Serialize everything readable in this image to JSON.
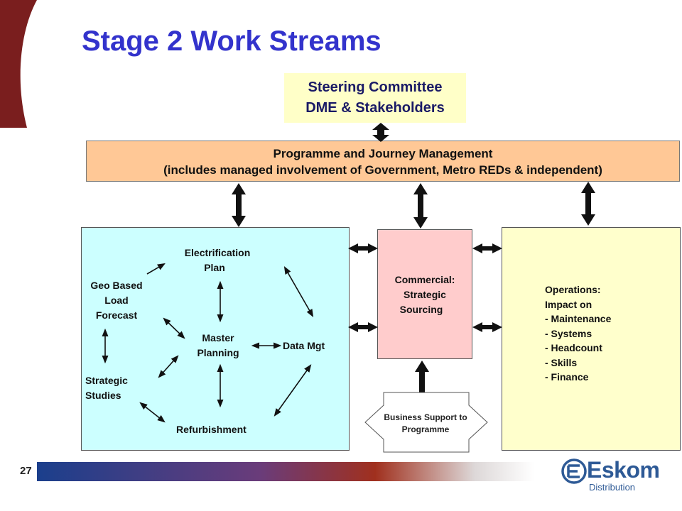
{
  "title": "Stage 2 Work Streams",
  "steering": {
    "line1": "Steering Committee",
    "line2": "DME & Stakeholders"
  },
  "programme": {
    "line1": "Programme and Journey Management",
    "line2": "(includes managed involvement of Government, Metro REDs & independent)"
  },
  "work_streams": {
    "electrification_line1": "Electrification",
    "electrification_line2": "Plan",
    "geo_line1": "Geo Based",
    "geo_line2": "Load",
    "geo_line3": "Forecast",
    "strategic_line1": "Strategic",
    "strategic_line2": "Studies",
    "master_line1": "Master",
    "master_line2": "Planning",
    "data_mgt": "Data Mgt",
    "refurbishment": "Refurbishment"
  },
  "commercial": {
    "line1": "Commercial:",
    "line2": "Strategic",
    "line3": "Sourcing"
  },
  "operations": {
    "line1": "Operations:",
    "line2": "Impact on",
    "items": [
      "- Maintenance",
      "- Systems",
      "- Headcount",
      "- Skills",
      "- Finance"
    ]
  },
  "business_support": {
    "line1": "Business Support to",
    "line2": "Programme"
  },
  "footer": {
    "page_number": "27",
    "logo_name": "Eskom",
    "logo_sub": "Distribution"
  },
  "colors": {
    "title": "#3333cc",
    "steering_fill": "#ffffc8",
    "programme_fill": "#ffc896",
    "work_streams_fill": "#ccffff",
    "commercial_fill": "#ffcccc",
    "operations_fill": "#ffffcc",
    "corner_accent": "#7a1e1e",
    "logo": "#2e5a96"
  }
}
